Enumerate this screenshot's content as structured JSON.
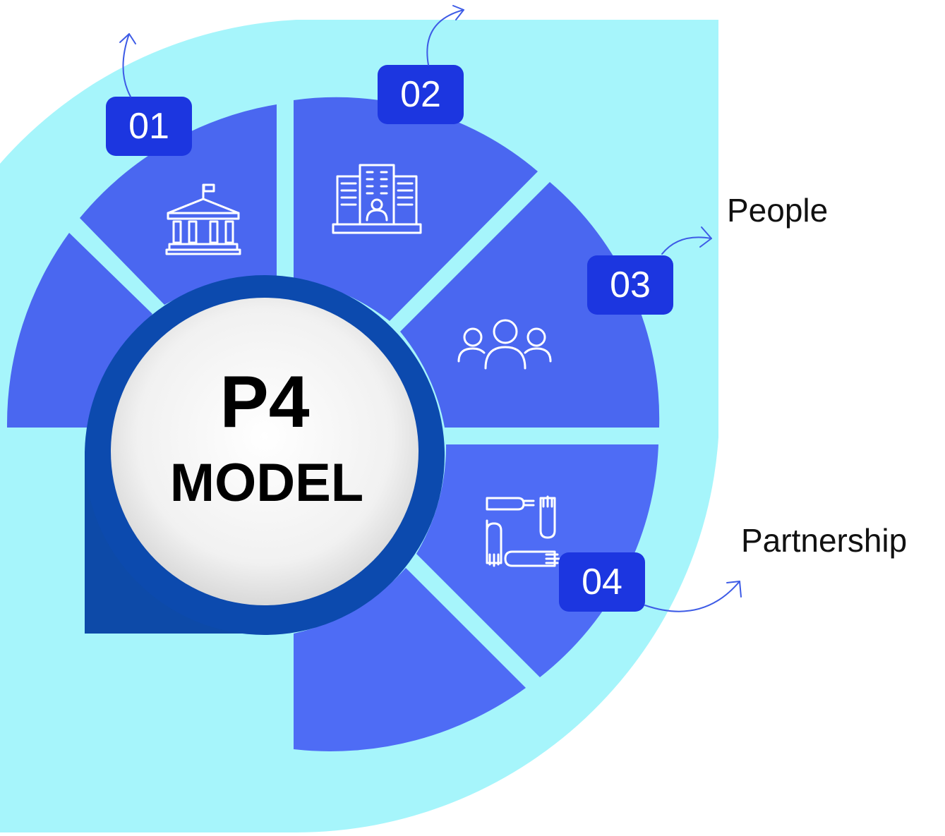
{
  "diagram": {
    "title": "P4",
    "subtitle": "MODEL",
    "steps": [
      {
        "number": "01",
        "label": "",
        "icon": "government-building-icon"
      },
      {
        "number": "02",
        "label": "",
        "icon": "office-building-icon"
      },
      {
        "number": "03",
        "label": "People",
        "icon": "people-group-icon"
      },
      {
        "number": "04",
        "label": "Partnership",
        "icon": "hands-partnership-icon"
      }
    ]
  },
  "colors": {
    "outer_blob": "#a6f5fb",
    "segment": "#4a67f0",
    "segment_light": "#4e6cf5",
    "badge": "#1c36e0",
    "ring": "#0c4aae",
    "ring_tail": "#0d4aa8",
    "center_fill": "#f2f2f2",
    "arrow": "#3d5be6"
  }
}
